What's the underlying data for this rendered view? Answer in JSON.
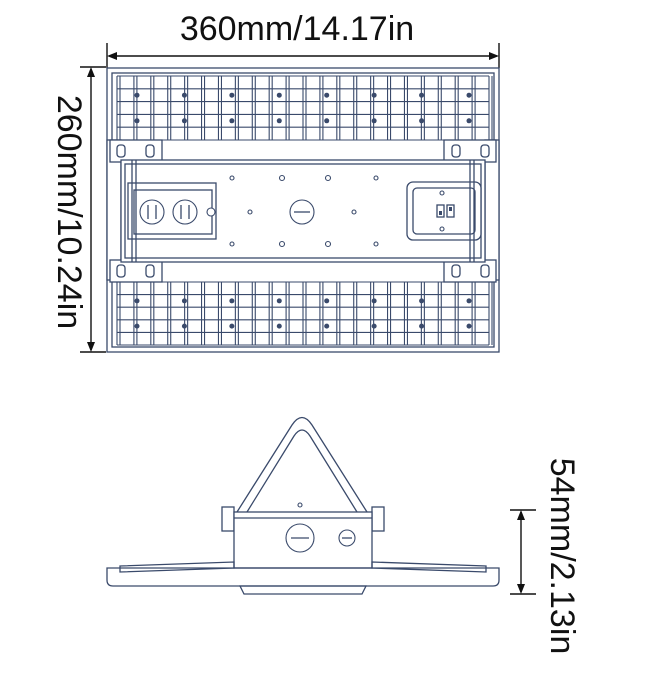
{
  "dimensions": {
    "width": "360mm/14.17in",
    "length": "260mm/10.24in",
    "height": "54mm/2.13in"
  },
  "colors": {
    "outline": "#3a4a6b",
    "dimension": "#111111",
    "background": "#ffffff"
  },
  "views": {
    "top": "top-view-outline",
    "side": "side-view-outline"
  }
}
